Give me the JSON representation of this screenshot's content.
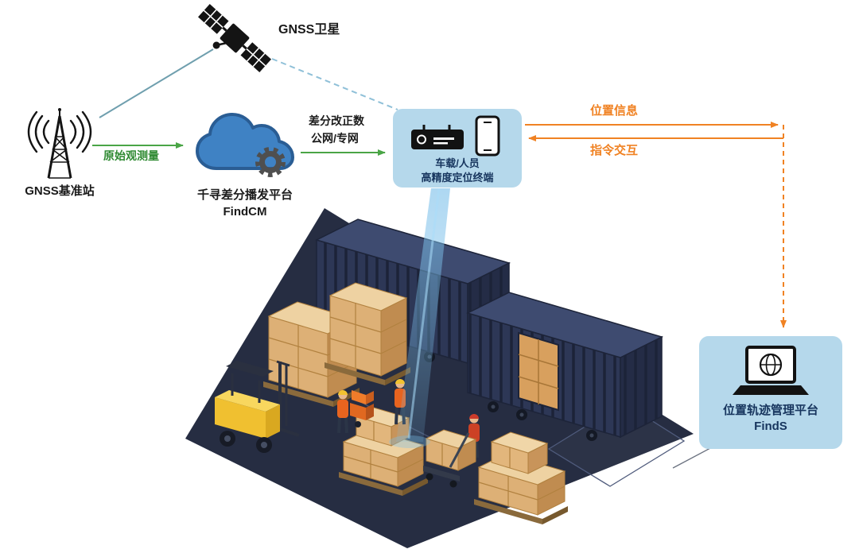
{
  "nodes": {
    "satellite": {
      "label": "GNSS卫星",
      "icon": "gnss-satellite-icon"
    },
    "base_station": {
      "label": "GNSS基准站",
      "icon": "radio-tower-icon"
    },
    "cloud": {
      "title": "千寻差分播发平台",
      "subtitle": "FindCM",
      "icon": "cloud-gear-icon"
    },
    "terminal": {
      "line1": "车载/人员",
      "line2": "高精度定位终端",
      "icons": [
        "vehicle-terminal-icon",
        "smartphone-icon"
      ]
    },
    "finds": {
      "title": "位置轨迹管理平台",
      "subtitle": "FindS",
      "icon": "laptop-globe-icon"
    }
  },
  "edges": {
    "raw_obs": "原始观测量",
    "corr_line1": "差分改正数",
    "corr_line2": "公网/专网",
    "pos_info": "位置信息",
    "cmd": "指令交互"
  },
  "colors": {
    "node_box_fill": "#b5d8eb",
    "node_text": "#17355e",
    "green_arrow": "#4aa546",
    "orange_arrow": "#f08223",
    "teal_link": "#6f9fae",
    "sky_dashed_link": "#8fc0d8",
    "cloud_blue": "#3f82c4",
    "platform": "#262d42",
    "container": "#2d3756",
    "carton": "#ddb076",
    "forklift_yellow": "#f0c030",
    "beam_blue": "#7cc0ea"
  },
  "scene": {
    "elements": [
      "warehouse-platform",
      "shipping-container",
      "shipping-container-open-door",
      "carton-stacks",
      "forklift",
      "workers",
      "pallet-jack",
      "positioning-beam"
    ]
  }
}
